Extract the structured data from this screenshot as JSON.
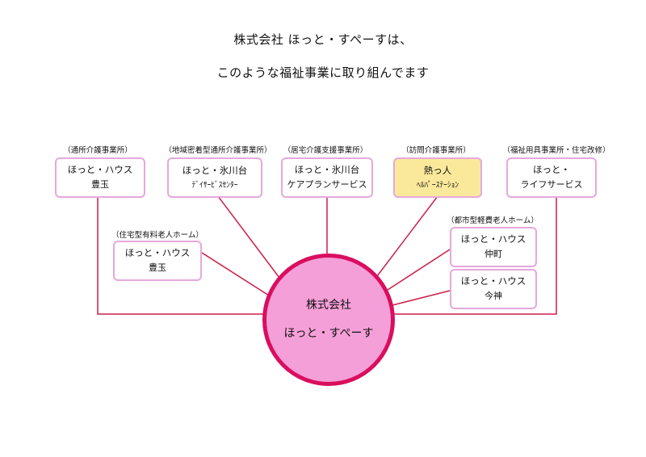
{
  "title_line1": "株式会社 ほっと・すぺーすは、",
  "title_line2": "このような福祉事業に取り組んでます",
  "hub": {
    "line1": "株式会社",
    "line2": "ほっと・すぺーす"
  },
  "line_color": "#cc1f4a",
  "units": [
    {
      "caption": "（通所介護事業所）",
      "name": "ほっと・ハウス",
      "sub": "豊玉"
    },
    {
      "caption": "（地域密着型通所介護事業所）",
      "name": "ほっと・氷川台",
      "sub": "ﾃﾞｲｻｰﾋﾞｽｾﾝﾀｰ"
    },
    {
      "caption": "（居宅介護支援事業所）",
      "name": "ほっと・氷川台",
      "sub": "ケアプランサービス"
    },
    {
      "caption": "（訪問介護事業所）",
      "name": "熱っ人",
      "sub": "ﾍﾙﾊﾟｰｽﾃｰｼｮﾝ",
      "highlight": true
    },
    {
      "caption": "（福祉用具事業所・住宅改修）",
      "name": "ほっと・",
      "sub": "ライフサービス"
    },
    {
      "caption": "（住宅型有料老人ホーム）",
      "name": "ほっと・ハウス",
      "sub": "豊玉"
    },
    {
      "caption": "（都市型軽費老人ホーム）",
      "name": "ほっと・ハウス",
      "sub": "仲町"
    },
    {
      "caption": "",
      "name": "ほっと・ハウス",
      "sub": "今神"
    }
  ]
}
